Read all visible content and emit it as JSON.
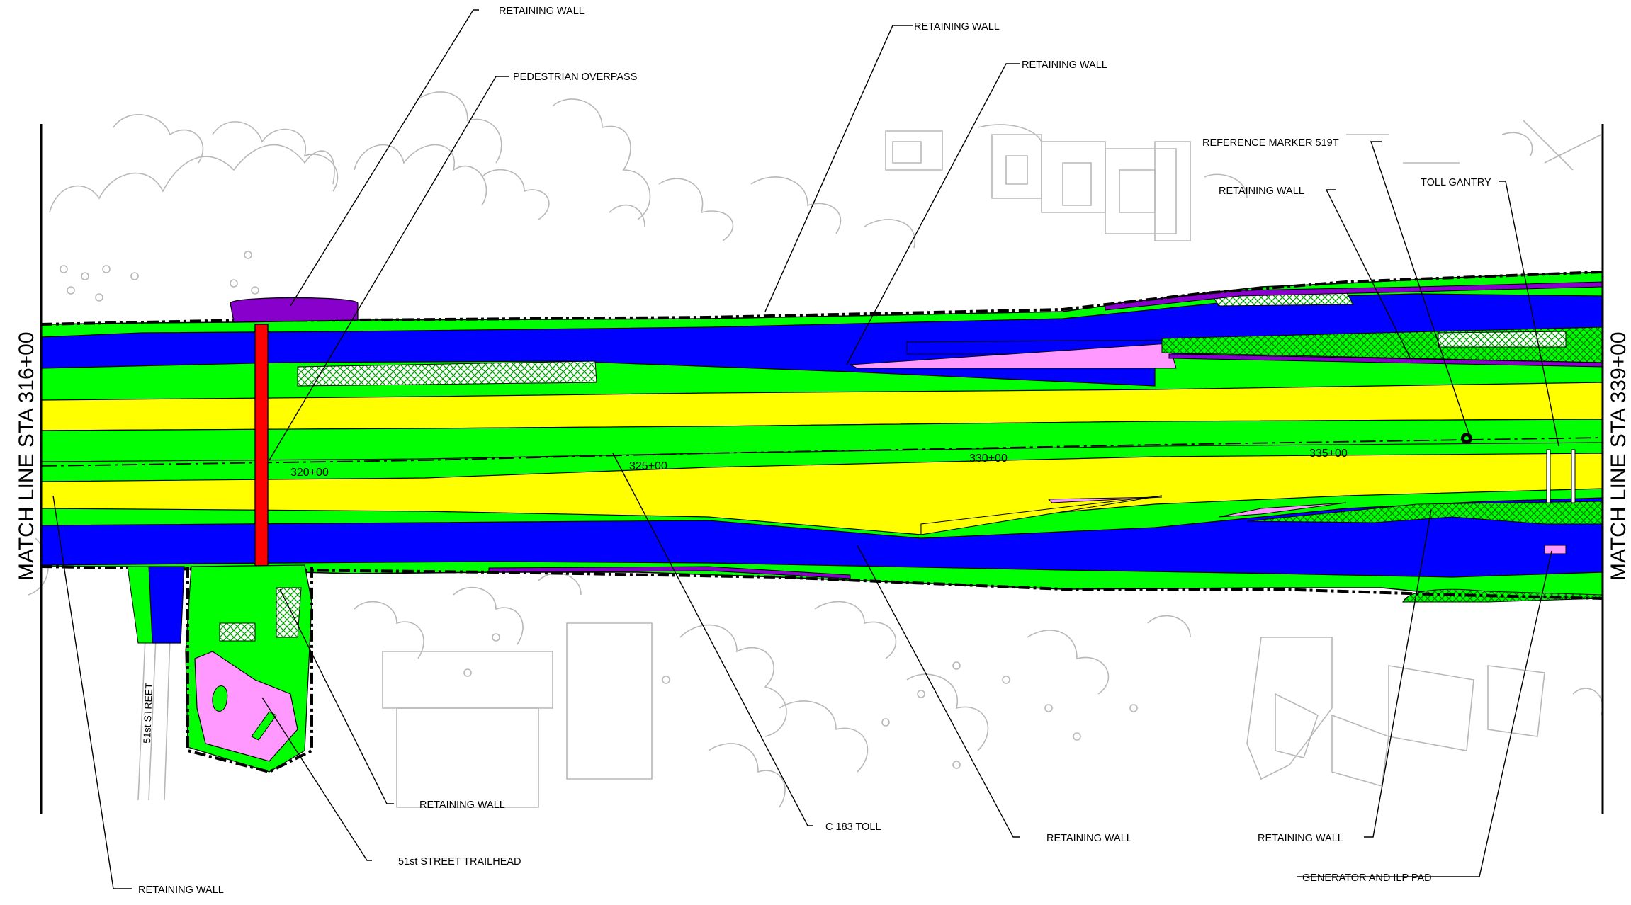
{
  "match_lines": {
    "left": "MATCH LINE STA 316+00",
    "right": "MATCH LINE STA 339+00"
  },
  "stations": [
    "320+00",
    "325+00",
    "330+00",
    "335+00"
  ],
  "street_name": "51st STREET",
  "callouts": {
    "retaining_wall_1": "RETAINING WALL",
    "pedestrian_overpass": "PEDESTRIAN OVERPASS",
    "retaining_wall_2": "RETAINING WALL",
    "retaining_wall_3": "RETAINING WALL",
    "reference_marker": "REFERENCE MARKER 519T",
    "retaining_wall_4": "RETAINING WALL",
    "toll_gantry": "TOLL GANTRY",
    "retaining_wall_5": "RETAINING WALL",
    "trailhead": "51st STREET TRAILHEAD",
    "retaining_wall_6": "RETAINING WALL",
    "centerline": "C 183 TOLL",
    "retaining_wall_7": "RETAINING WALL",
    "retaining_wall_8": "RETAINING WALL",
    "generator_pad": "GENERATOR AND ILP PAD"
  },
  "colors": {
    "general_lanes": "#ffff00",
    "frontage_lanes": "#0000ff",
    "median_buffer": "#00ff00",
    "pedestrian_overpass": "#ff0000",
    "retaining_wall_pad": "#8800cc",
    "sidewalk_trail": "#ff99ff",
    "hatch": "#00aa00"
  }
}
